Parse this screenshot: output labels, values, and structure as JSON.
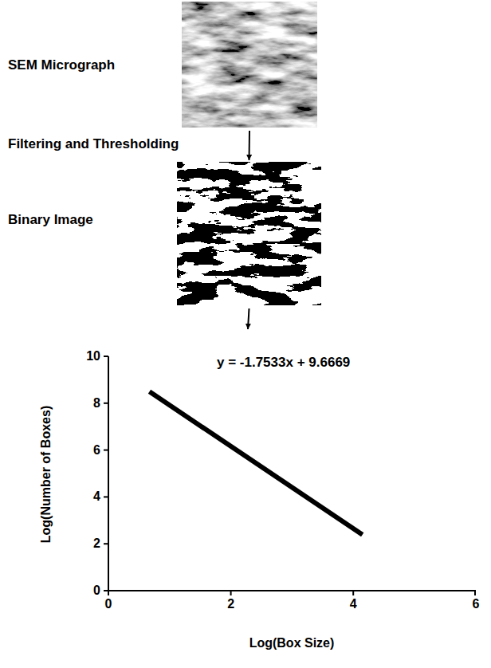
{
  "diagram": {
    "nodes": [
      {
        "text": [
          "SEM Micrograph"
        ]
      },
      {
        "text": [
          "Binary Image"
        ]
      },
      {
        "text": [
          "y = -1.7533x + 9.6669",
          "Log(Number of Boxes)",
          "Log(Box Size)"
        ]
      }
    ],
    "edges": [
      {
        "from": 0,
        "to": 1,
        "arrow": "to",
        "label": "Filtering and Thresholding"
      },
      {
        "from": 1,
        "to": 2,
        "arrow": "to"
      }
    ],
    "labels": [
      "10",
      "8",
      "6",
      "4",
      "2",
      "0",
      "0",
      "2",
      "4",
      "6"
    ]
  }
}
